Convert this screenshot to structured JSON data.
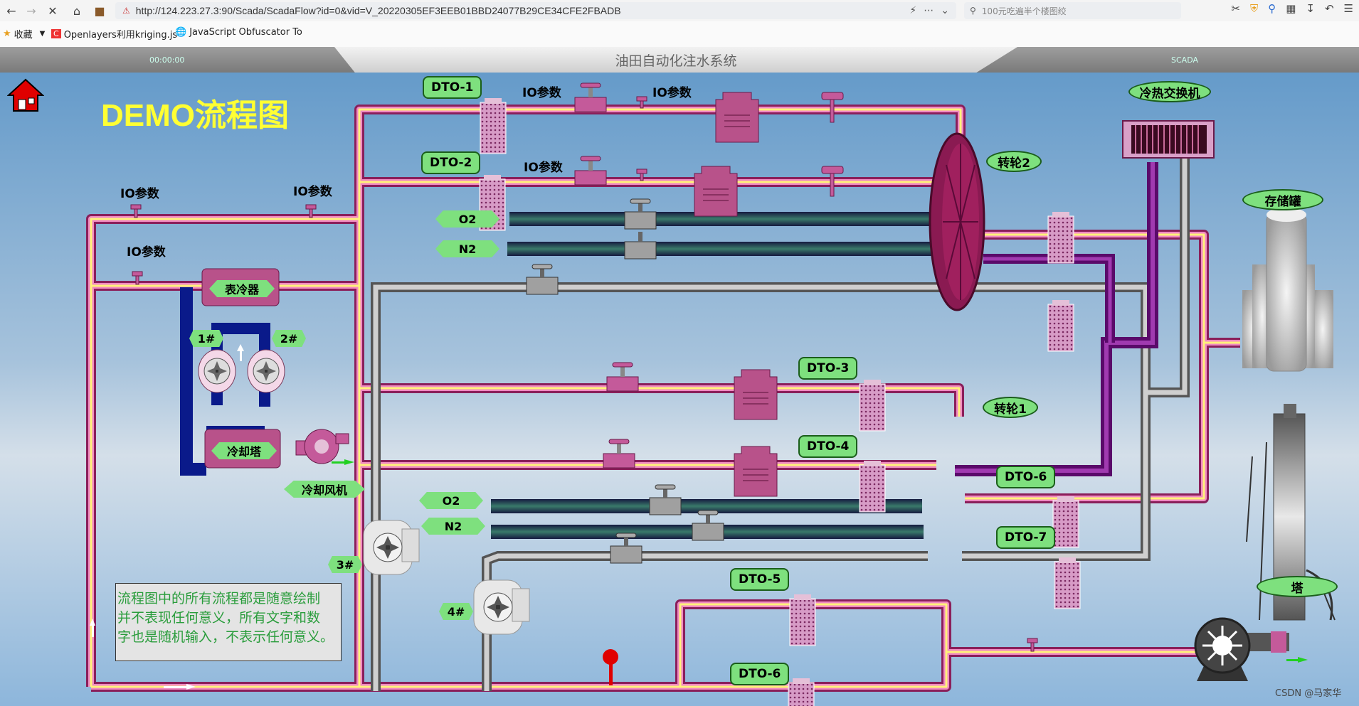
{
  "browser": {
    "url": "http://124.223.27.3:90/Scada/ScadaFlow?id=0&vid=V_20220305EF3EEB01BBD24077B29CE34CFE2FBADB",
    "search_placeholder": "100元吃遍半个楼图绞",
    "bookmarks": {
      "favorites": "收藏",
      "item1": "Openlayers利用kriging.js",
      "item2": "JavaScript Obfuscator To"
    }
  },
  "header": {
    "timer": "00:00:00",
    "title": "油田自动化注水系统",
    "tag": "SCADA"
  },
  "diagram": {
    "title": "DEMO流程图",
    "labels": {
      "io": "IO参数",
      "dto1": "DTO-1",
      "dto2": "DTO-2",
      "dto3": "DTO-3",
      "dto4": "DTO-4",
      "dto5": "DTO-5",
      "dto6a": "DTO-6",
      "dto6b": "DTO-6",
      "dto7": "DTO-7",
      "o2": "O2",
      "n2": "N2",
      "biaolengqi": "表冷器",
      "lengqueta": "冷却塔",
      "lengquefengji": "冷却风机",
      "p1": "1#",
      "p2": "2#",
      "p3": "3#",
      "p4": "4#",
      "zhuanlun2": "转轮2",
      "zhuanlun1": "转轮1",
      "lengrejiaohuanji": "冷热交换机",
      "cunchuguan": "存储罐",
      "ta": "塔"
    },
    "note_lines": [
      "流程图中的所有流程都是随意绘制",
      "并不表现任何意义，所有文字和数",
      "字也是随机输入，不表示任何意义。"
    ]
  },
  "watermark": "CSDN @马家华",
  "colors": {
    "pipe_outer": "#8a1f5a",
    "pipe_inner": "#ffef6a",
    "pipe_gray": "#909090",
    "pipe_gas": "#1f2f5a",
    "badge": "#7ee07e",
    "title_yellow": "#ffff33",
    "note_text": "#2a9d3c"
  }
}
